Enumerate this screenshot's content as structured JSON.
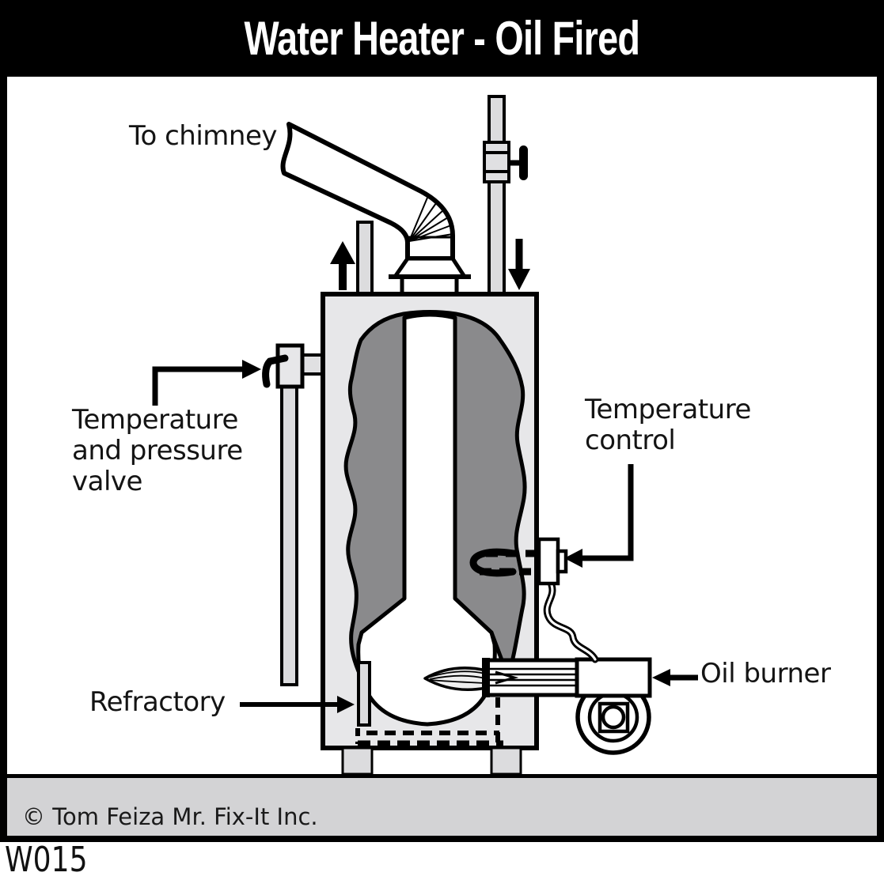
{
  "title": "Water Heater - Oil Fired",
  "labels": {
    "to_chimney": "To chimney",
    "tp_valve": "Temperature\nand pressure\nvalve",
    "temperature_control": "Temperature\ncontrol",
    "refractory": "Refractory",
    "oil_burner": "Oil burner"
  },
  "footer": {
    "copyright": "© Tom Feiza Mr. Fix-It Inc.",
    "code": "W015"
  },
  "colors": {
    "line": "#000000",
    "jacket_gray": "#e7e7e9",
    "insulation_gray": "#8a8a8c",
    "pipe_gray": "#dcdcde",
    "floor_gray": "#d3d3d5",
    "title_bg": "#000000",
    "title_fg": "#ffffff"
  }
}
